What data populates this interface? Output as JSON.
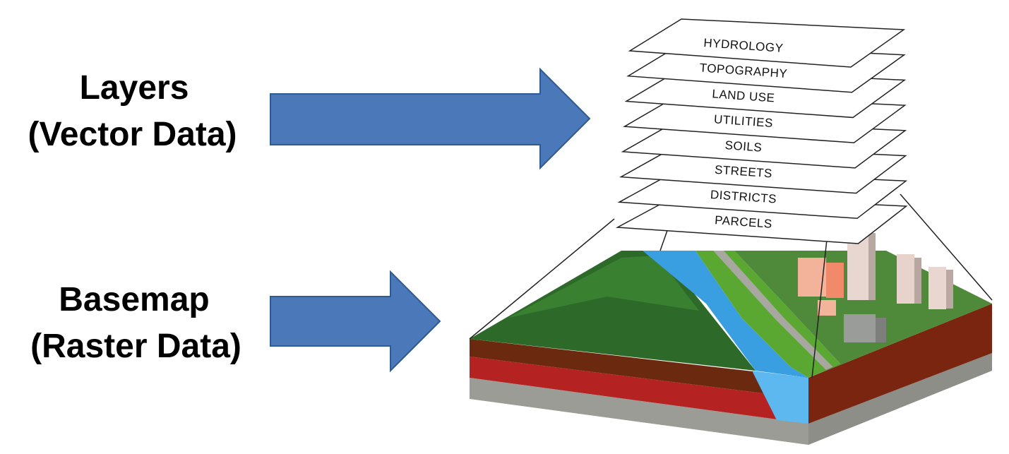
{
  "labels": {
    "layers_title": "Layers",
    "layers_subtitle": "(Vector Data)",
    "basemap_title": "Basemap",
    "basemap_subtitle": "(Raster Data)"
  },
  "layers": [
    "HYDROLOGY",
    "TOPOGRAPHY",
    "LAND USE",
    "UTILITIES",
    "SOILS",
    "STREETS",
    "DISTRICTS",
    "PARCELS"
  ],
  "colors": {
    "arrow_fill": "#4a78b8",
    "arrow_stroke": "#2f5a92",
    "forest": "#2d6a2a",
    "river": "#3a9fe0",
    "soil_red": "#b02020",
    "soil_brown": "#6b2a10",
    "rock": "#9a9a9a"
  }
}
